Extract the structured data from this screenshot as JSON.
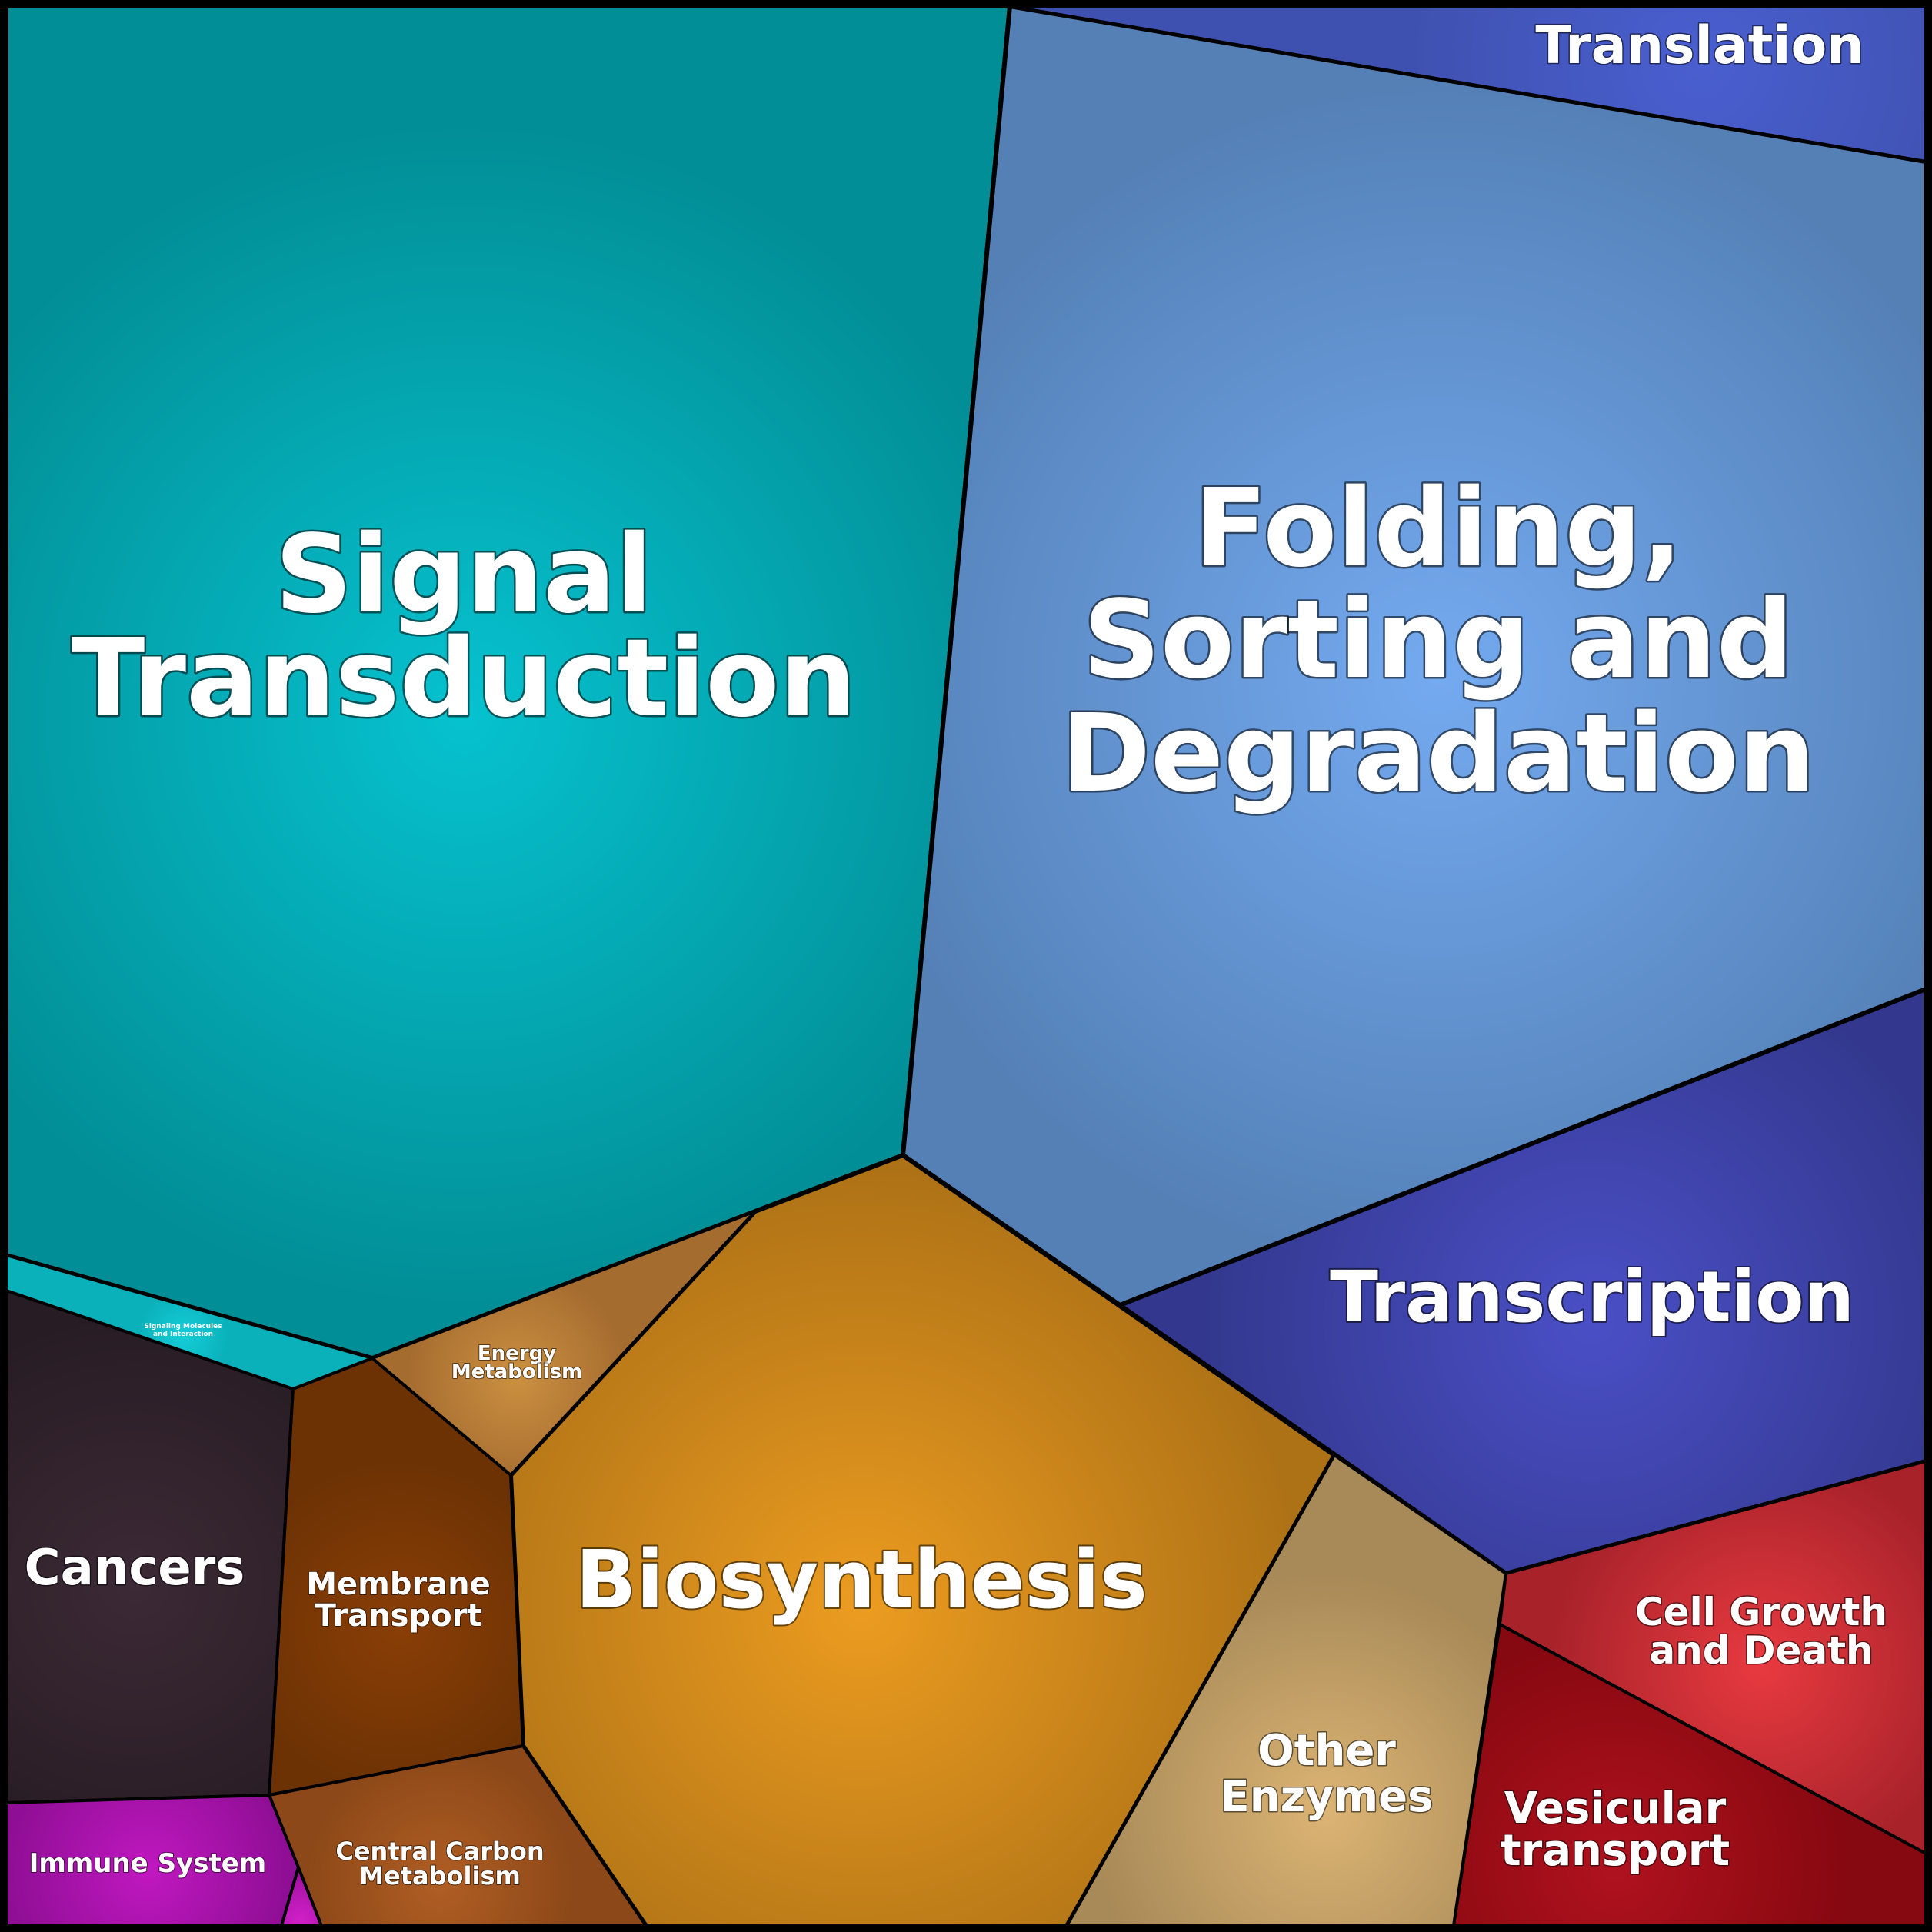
{
  "chart_data": {
    "type": "voronoi-treemap",
    "cells": [
      {
        "id": "signal-transduction",
        "label_lines": [
          "Signal",
          "Transduction"
        ],
        "color": "#06c2cf",
        "edge": "#028e96"
      },
      {
        "id": "folding-sorting-degradation",
        "label_lines": [
          "Folding,",
          "Sorting and",
          "Degradation"
        ],
        "color": "#74aaf0",
        "edge": "#5480b6"
      },
      {
        "id": "translation",
        "label_lines": [
          "Translation"
        ],
        "color": "#4a5fd0",
        "edge": "#3f51b0"
      },
      {
        "id": "transcription",
        "label_lines": [
          "Transcription"
        ],
        "color": "#4a4fc6",
        "edge": "#33388e"
      },
      {
        "id": "biosynthesis",
        "label_lines": [
          "Biosynthesis"
        ],
        "color": "#ec9c20",
        "edge": "#ae7216"
      },
      {
        "id": "energy-metabolism",
        "label_lines": [
          "Energy",
          "Metabolism"
        ],
        "color": "#cc9040",
        "edge": "#a56c30"
      },
      {
        "id": "signaling-molecules",
        "label_lines": [
          "Signaling Molecules",
          "and Interaction"
        ],
        "color": "#14ced8",
        "edge": "#0ab0ba"
      },
      {
        "id": "cancers",
        "label_lines": [
          "Cancers"
        ],
        "color": "#3c2a36",
        "edge": "#281c24"
      },
      {
        "id": "membrane-transport",
        "label_lines": [
          "Membrane",
          "Transport"
        ],
        "color": "#8a3e06",
        "edge": "#6c3204"
      },
      {
        "id": "central-carbon-metabolism",
        "label_lines": [
          "Central Carbon",
          "Metabolism"
        ],
        "color": "#b05e24",
        "edge": "#8c4818"
      },
      {
        "id": "immune-system",
        "label_lines": [
          "Immune System"
        ],
        "color": "#c018c0",
        "edge": "#8e0e94"
      },
      {
        "id": "small-magenta",
        "label_lines": [
          ""
        ],
        "color": "#d020c8",
        "edge": "#a010a0"
      },
      {
        "id": "other-enzymes",
        "label_lines": [
          "Other",
          "Enzymes"
        ],
        "color": "#dcb474",
        "edge": "#a88a58"
      },
      {
        "id": "cell-growth-and-death",
        "label_lines": [
          "Cell Growth",
          "and Death"
        ],
        "color": "#e83a40",
        "edge": "#a8222a"
      },
      {
        "id": "vesicular-transport",
        "label_lines": [
          "Vesicular",
          "transport"
        ],
        "color": "#b0121e",
        "edge": "#860810"
      }
    ]
  }
}
